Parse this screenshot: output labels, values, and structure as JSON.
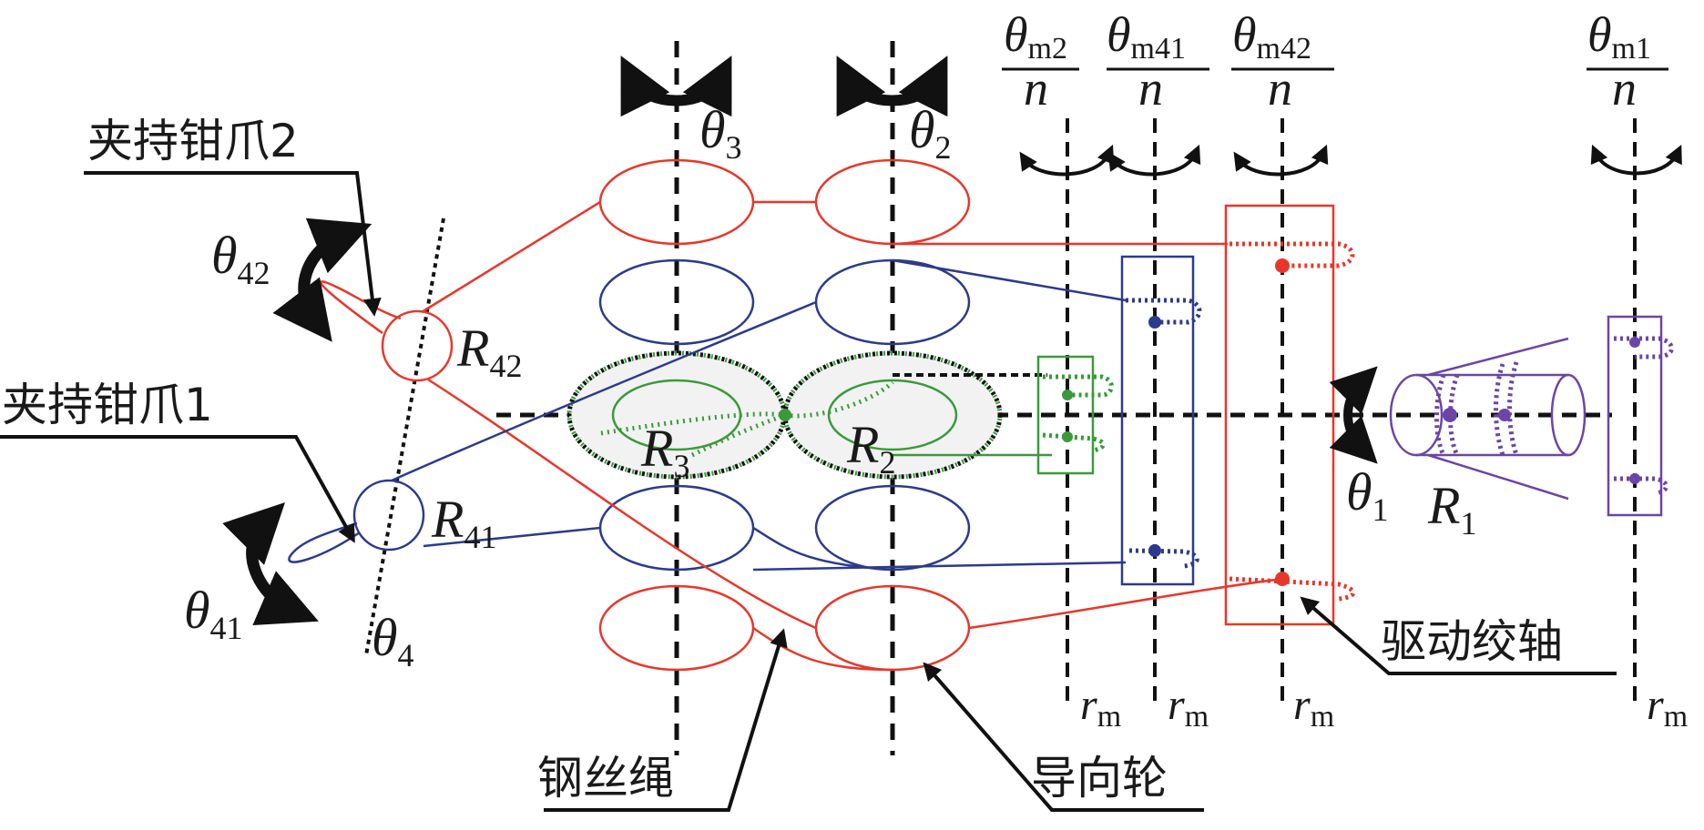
{
  "labels": {
    "clamp_jaw_2": "夹持钳爪2",
    "clamp_jaw_1": "夹持钳爪1",
    "wire_rope": "钢丝绳",
    "guide_wheel": "导向轮",
    "drive_winch_shaft": "驱动绞轴"
  },
  "symbols": {
    "theta3": {
      "main": "θ",
      "sub": "3"
    },
    "theta2": {
      "main": "θ",
      "sub": "2"
    },
    "theta42": {
      "main": "θ",
      "sub": "42"
    },
    "theta41": {
      "main": "θ",
      "sub": "41"
    },
    "theta4": {
      "main": "θ",
      "sub": "4"
    },
    "theta1": {
      "main": "θ",
      "sub": "1"
    },
    "R42": {
      "main": "R",
      "sub": "42"
    },
    "R41": {
      "main": "R",
      "sub": "41"
    },
    "R3": {
      "main": "R",
      "sub": "3"
    },
    "R2": {
      "main": "R",
      "sub": "2"
    },
    "R1": {
      "main": "R",
      "sub": "1"
    }
  },
  "fractions": [
    {
      "num_main": "θ",
      "num_sub": "m2",
      "den": "n"
    },
    {
      "num_main": "θ",
      "num_sub": "m41",
      "den": "n"
    },
    {
      "num_main": "θ",
      "num_sub": "m42",
      "den": "n"
    },
    {
      "num_main": "θ",
      "num_sub": "m1",
      "den": "n"
    }
  ],
  "radius_labels": [
    {
      "main": "r",
      "sub": "m"
    },
    {
      "main": "r",
      "sub": "m"
    },
    {
      "main": "r",
      "sub": "m"
    },
    {
      "main": "r",
      "sub": "m"
    }
  ],
  "colors": {
    "red": "#e8372a",
    "blue": "#2d3a8c",
    "green": "#3a9a3a",
    "purple": "#6a46a8",
    "black": "#111111"
  }
}
